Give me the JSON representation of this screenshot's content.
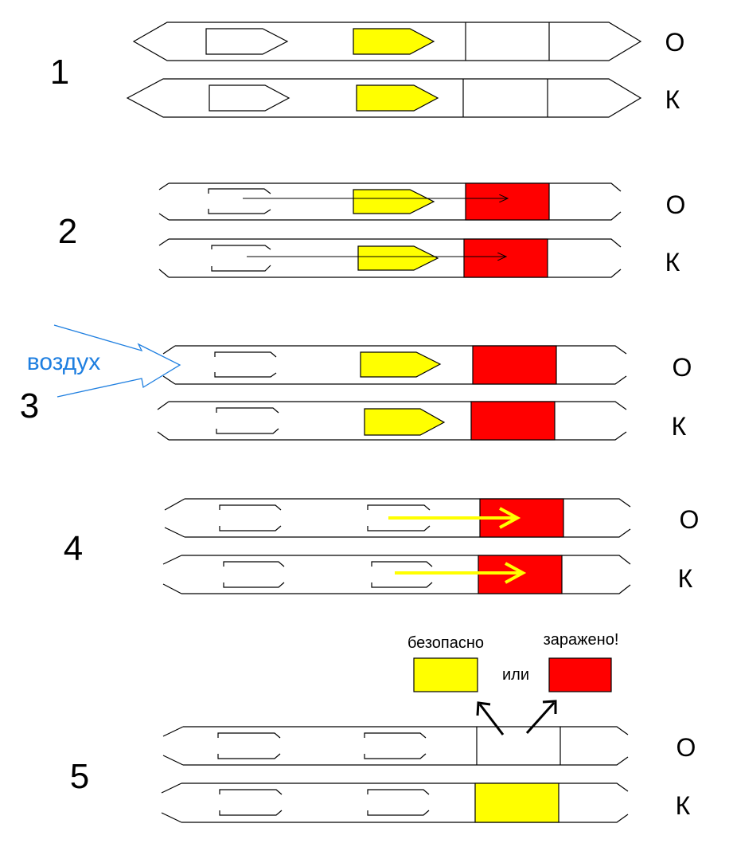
{
  "colors": {
    "yellow": "#ffff00",
    "red": "#ff0000",
    "air": "#1f7fe0",
    "line": "#000000"
  },
  "steps": [
    {
      "number": "1",
      "tube_labels": [
        "О",
        "К"
      ]
    },
    {
      "number": "2",
      "tube_labels": [
        "О",
        "К"
      ]
    },
    {
      "number": "3",
      "tube_labels": [
        "О",
        "К"
      ],
      "air_label": "воздух"
    },
    {
      "number": "4",
      "tube_labels": [
        "О",
        "К"
      ]
    },
    {
      "number": "5",
      "tube_labels": [
        "О",
        "К"
      ]
    }
  ],
  "result": {
    "safe_label": "безопасно",
    "or_label": "или",
    "infected_label": "заражено!"
  }
}
